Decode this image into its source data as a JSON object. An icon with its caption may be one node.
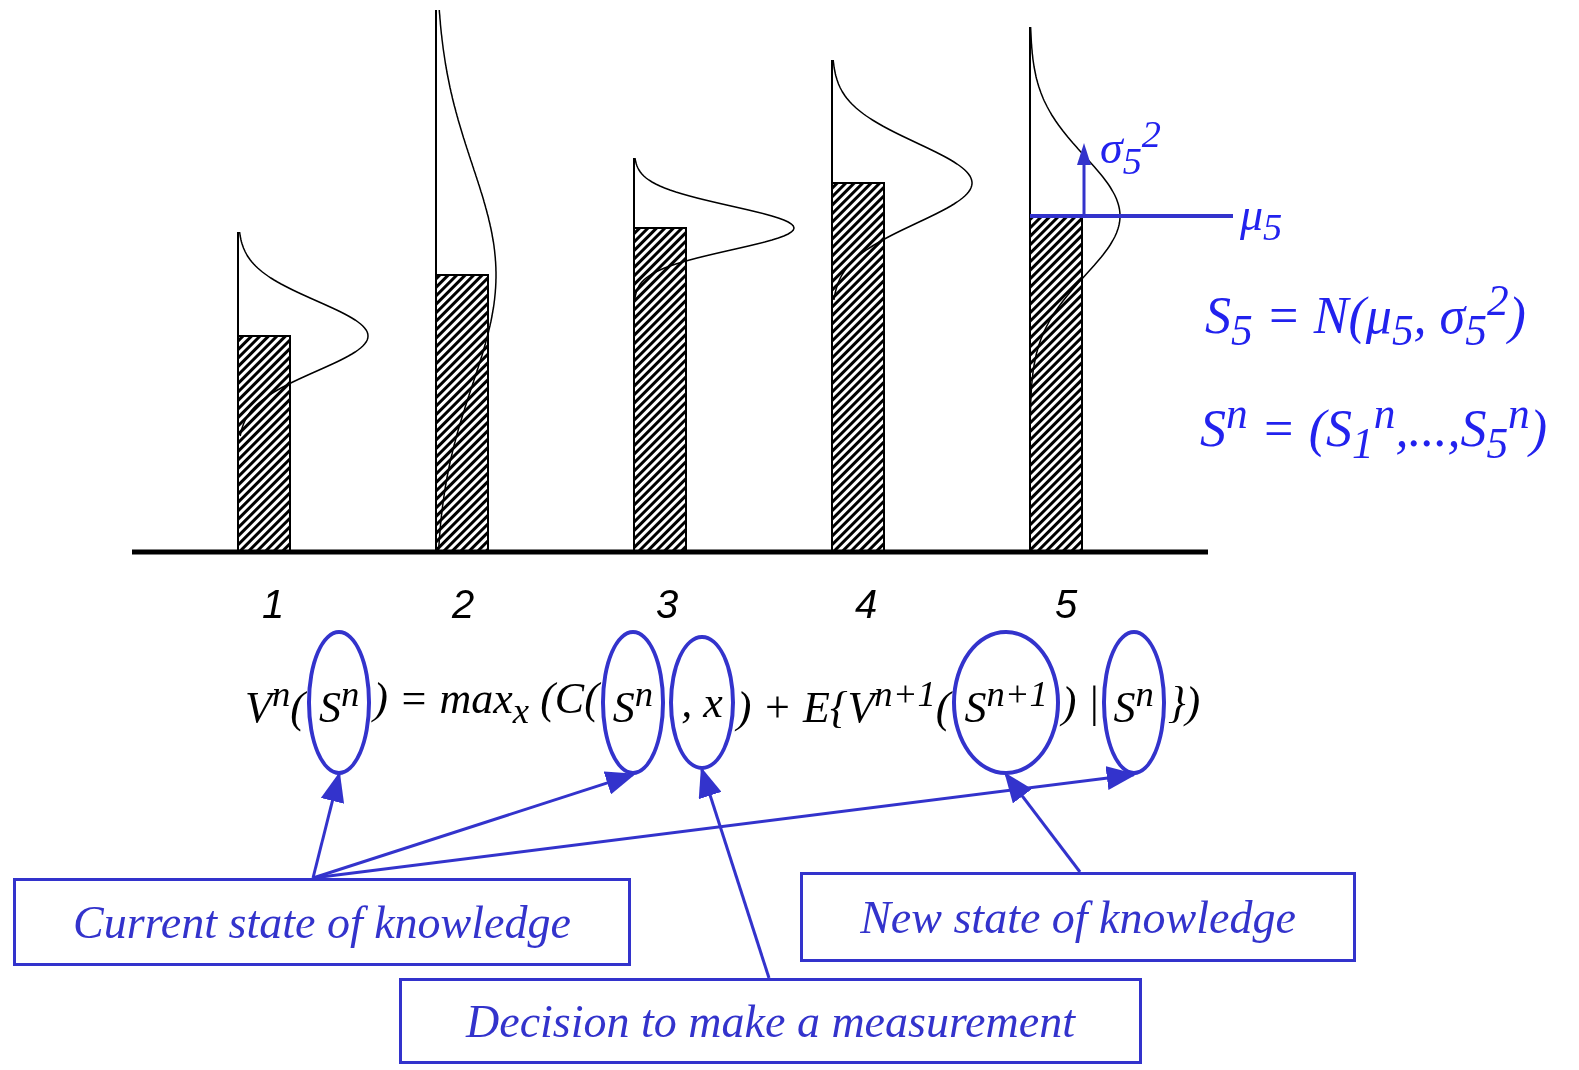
{
  "diagram": {
    "nodes": [
      {
        "text": [
          "S$^{n}$"
        ]
      },
      {
        "text": [
          "S$^{n}$"
        ]
      },
      {
        "text": [
          ", x"
        ]
      },
      {
        "text": [
          "S$^{n+1}$"
        ]
      },
      {
        "text": [
          "S$^{n}$"
        ]
      },
      {
        "text": [
          "Current state of knowledge"
        ]
      },
      {
        "text": [
          "New state of knowledge"
        ]
      },
      {
        "text": [
          "Decision to make a measurement"
        ]
      }
    ],
    "edges": [
      {
        "from": 5,
        "to": 0,
        "arrow": "to"
      },
      {
        "from": 5,
        "to": 1,
        "arrow": "to"
      },
      {
        "from": 5,
        "to": 4,
        "arrow": "to"
      },
      {
        "from": 7,
        "to": 2,
        "arrow": "to"
      },
      {
        "from": 6,
        "to": 3,
        "arrow": "to"
      }
    ],
    "labels": [
      "σ$_{5}$$^{2}$",
      "μ$_{5}$",
      "S$_{5}$ = N(μ$_{5}$, σ$_{5}$$^{2}$)",
      "S$^{n}$ = (S$_{1}$$^{n}$,...,S$_{5}$$^{n}$)",
      "1",
      "2",
      "3",
      "4",
      "5",
      "V$^{n}$(",
      ") = max$_{x}$ (C(",
      ") + E{V$^{n+1}$(",
      ") |",
      "})"
    ]
  }
}
